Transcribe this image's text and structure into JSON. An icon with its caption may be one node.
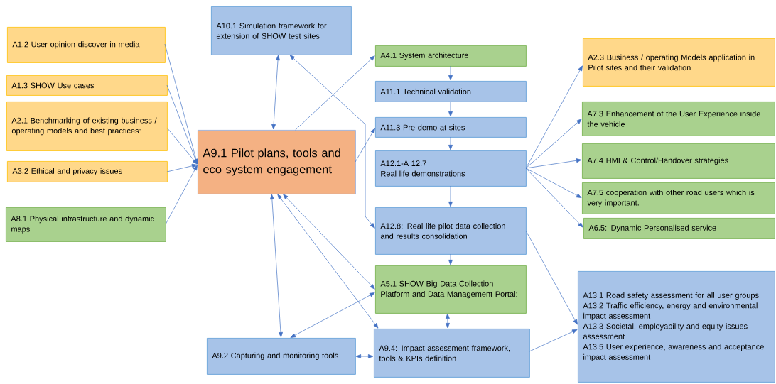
{
  "diagram": {
    "nodes": [
      {
        "text": [
          "A1.2 User opinion discover in media"
        ]
      },
      {
        "text": [
          "A1.3 SHOW Use cases"
        ]
      },
      {
        "text": [
          "A2.1 Benchmarking of existing business / operating models and best practices:"
        ]
      },
      {
        "text": [
          "A3.2 Ethical and privacy issues"
        ]
      },
      {
        "text": [
          "A8.1 Physical infrastructure and dynamic maps"
        ]
      },
      {
        "text": [
          "A10.1 Simulation framework for extension of SHOW test sites"
        ]
      },
      {
        "text": [
          "A9.1 Pilot plans, tools and eco system engagement"
        ]
      },
      {
        "text": [
          "A4.1 System architecture"
        ]
      },
      {
        "text": [
          "A11.1 Technical validation"
        ]
      },
      {
        "text": [
          "A11.3 Pre-demo at sites"
        ]
      },
      {
        "text": [
          "A12.1-A 12.7",
          "Real life demonstrations"
        ]
      },
      {
        "text": [
          "A12.8: Real life pilot data collection and results consolidation"
        ]
      },
      {
        "text": [
          "A5.1 SHOW Big Data Collection Platform and Data Management Portal:"
        ]
      },
      {
        "text": [
          "A9.4: Impact assessment framework, tools & KPIs definition"
        ]
      },
      {
        "text": [
          "A9.2 Capturing and monitoring tools"
        ]
      },
      {
        "text": [
          "A2.3 Business / operating Models application in Pilot sites and their validation"
        ]
      },
      {
        "text": [
          "A7.3 Enhancement of the User Experience inside the vehicle"
        ]
      },
      {
        "text": [
          "A7.4 HMI & Control/Handover strategies"
        ]
      },
      {
        "text": [
          "A7.5 cooperation with other road users which is very important."
        ]
      },
      {
        "text": [
          "A6.5: Dynamic Personalised service"
        ]
      },
      {
        "text": [
          "A13.1 Road safety assessment for all user groups",
          "A13.2 Traffic efficiency, energy and environmental impact assessment",
          "A13.3 Societal, employability and equity issues assessment",
          "A13.5 User experience, awareness and acceptance impact assessment"
        ]
      }
    ],
    "edges": [
      {
        "from": 0,
        "to": 6,
        "arrow": "to"
      },
      {
        "from": 1,
        "to": 6,
        "arrow": "to"
      },
      {
        "from": 2,
        "to": 6,
        "arrow": "to"
      },
      {
        "from": 3,
        "to": 6,
        "arrow": "to"
      },
      {
        "from": 4,
        "to": 6,
        "arrow": "to"
      },
      {
        "from": 6,
        "to": 5,
        "arrow": "both"
      },
      {
        "from": 5,
        "to": 11,
        "arrow": "both"
      },
      {
        "from": 6,
        "to": 7,
        "arrow": "to"
      },
      {
        "from": 6,
        "to": 9,
        "arrow": "to"
      },
      {
        "from": 7,
        "to": 8,
        "arrow": "to"
      },
      {
        "from": 8,
        "to": 9,
        "arrow": "to"
      },
      {
        "from": 9,
        "to": 10,
        "arrow": "to"
      },
      {
        "from": 10,
        "to": 11,
        "arrow": "to"
      },
      {
        "from": 11,
        "to": 12,
        "arrow": "to"
      },
      {
        "from": 10,
        "to": 15,
        "arrow": "to"
      },
      {
        "from": 10,
        "to": 16,
        "arrow": "to"
      },
      {
        "from": 10,
        "to": 17,
        "arrow": "to"
      },
      {
        "from": 10,
        "to": 18,
        "arrow": "to"
      },
      {
        "from": 10,
        "to": 19,
        "arrow": "to"
      },
      {
        "from": 6,
        "to": 14,
        "arrow": "both"
      },
      {
        "from": 6,
        "to": 12,
        "arrow": "both"
      },
      {
        "from": 6,
        "to": 13,
        "arrow": "both"
      },
      {
        "from": 14,
        "to": 12,
        "arrow": "both"
      },
      {
        "from": 14,
        "to": 13,
        "arrow": "both"
      },
      {
        "from": 12,
        "to": 13,
        "arrow": "both"
      },
      {
        "from": 11,
        "to": 20,
        "arrow": "to"
      },
      {
        "from": 13,
        "to": 20,
        "arrow": "to"
      }
    ]
  }
}
